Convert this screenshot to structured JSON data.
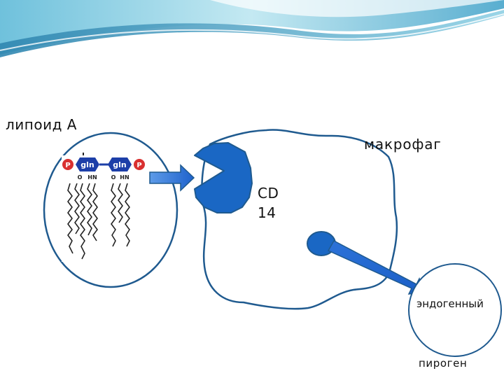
{
  "colors": {
    "header_wave_light": "#a8dcea",
    "header_wave_dark": "#3d96b8",
    "outline": "#1f5a8f",
    "fill_blue": "#1a67c4",
    "arrow_blue": "#2a6fd6",
    "chain_badge": "#1d3fa8",
    "phosphate_badge": "#d93030"
  },
  "labels": {
    "lipid_a": "липоид А",
    "macrophage": "макрофаг",
    "cd14_line1": "CD",
    "cd14_line2": "14",
    "endogenous": "эндогенный",
    "pyrogen": "пироген"
  },
  "molecule": {
    "phosphate_left": "P",
    "sugar_left": "gln",
    "sugar_right": "gln",
    "phosphate_right": "P",
    "link_o_left": "O",
    "link_hn_left": "HN",
    "link_o_right": "O",
    "link_hn_right": "HN"
  }
}
